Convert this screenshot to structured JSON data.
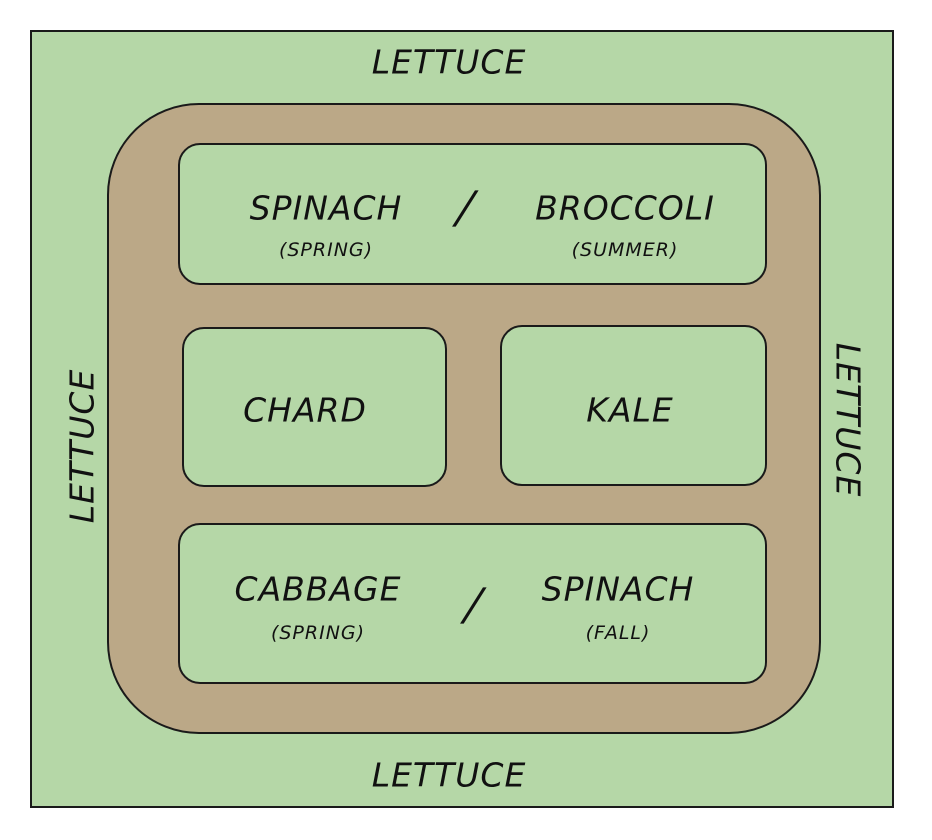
{
  "colors": {
    "grass": "#b5d7a7",
    "path": "#bba887",
    "bed": "#b5d7a7",
    "outline": "#1a1a1a"
  },
  "border_labels": {
    "top": "LETTUCE",
    "bottom": "LETTUCE",
    "left": "LETTUCE",
    "right": "LETTUCE"
  },
  "beds": {
    "top": {
      "left_crop": "SPINACH",
      "left_season": "(SPRING)",
      "separator": "/",
      "right_crop": "BROCCOLI",
      "right_season": "(SUMMER)"
    },
    "middle_left": {
      "crop": "CHARD"
    },
    "middle_right": {
      "crop": "KALE"
    },
    "bottom": {
      "left_crop": "CABBAGE",
      "left_season": "(SPRING)",
      "separator": "/",
      "right_crop": "SPINACH",
      "right_season": "(FALL)"
    }
  }
}
